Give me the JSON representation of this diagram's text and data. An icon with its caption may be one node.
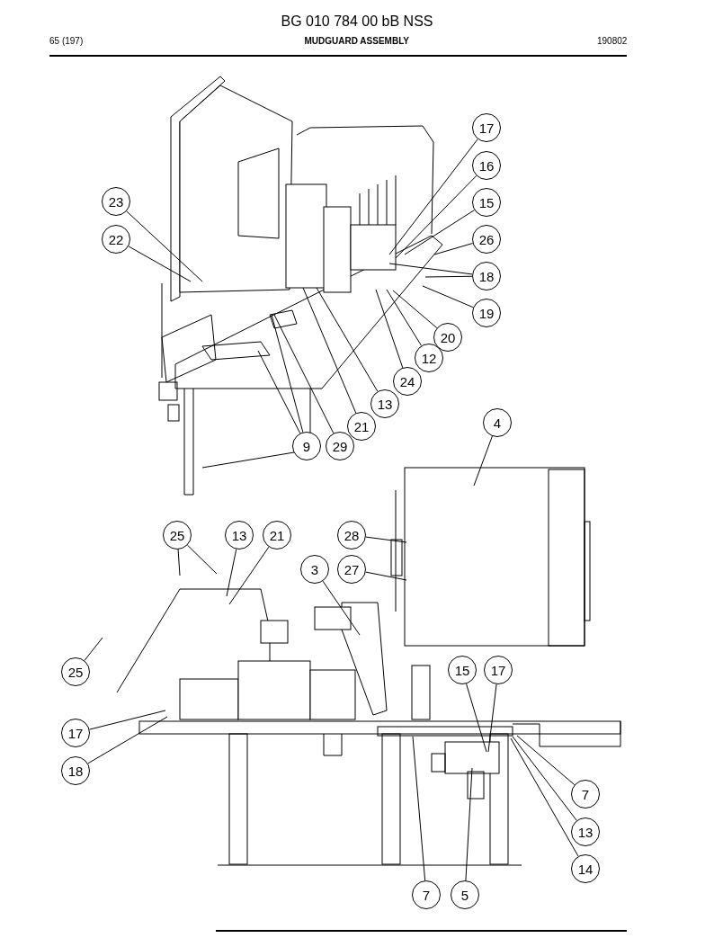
{
  "diagram": {
    "title": "BG 010 784 00 bB NSS",
    "nodes": [
      {
        "text": [
          "17"
        ]
      },
      {
        "text": [
          "16"
        ]
      },
      {
        "text": [
          "15"
        ]
      },
      {
        "text": [
          "23"
        ]
      },
      {
        "text": [
          "26"
        ]
      },
      {
        "text": [
          "22"
        ]
      },
      {
        "text": [
          "18"
        ]
      },
      {
        "text": [
          "19"
        ]
      },
      {
        "text": [
          "20"
        ]
      },
      {
        "text": [
          "12"
        ]
      },
      {
        "text": [
          "24"
        ]
      },
      {
        "text": [
          "13"
        ]
      },
      {
        "text": [
          "21"
        ]
      },
      {
        "text": [
          "4"
        ]
      },
      {
        "text": [
          "9"
        ]
      },
      {
        "text": [
          "29"
        ]
      },
      {
        "text": [
          "25"
        ]
      },
      {
        "text": [
          "13"
        ]
      },
      {
        "text": [
          "21"
        ]
      },
      {
        "text": [
          "28"
        ]
      },
      {
        "text": [
          "3"
        ]
      },
      {
        "text": [
          "27"
        ]
      },
      {
        "text": [
          "25"
        ]
      },
      {
        "text": [
          "15"
        ]
      },
      {
        "text": [
          "17"
        ]
      },
      {
        "text": [
          "17"
        ]
      },
      {
        "text": [
          "18"
        ]
      },
      {
        "text": [
          "7"
        ]
      },
      {
        "text": [
          "13"
        ]
      },
      {
        "text": [
          "14"
        ]
      },
      {
        "text": [
          "7"
        ]
      },
      {
        "text": [
          "5"
        ]
      }
    ],
    "edges": [
      {
        "from": 0,
        "to": null,
        "arrow": "none"
      },
      {
        "from": 1,
        "to": null,
        "arrow": "none"
      },
      {
        "from": 2,
        "to": null,
        "arrow": "none"
      },
      {
        "from": 3,
        "to": null,
        "arrow": "none"
      },
      {
        "from": 4,
        "to": null,
        "arrow": "none"
      },
      {
        "from": 5,
        "to": null,
        "arrow": "none"
      },
      {
        "from": 6,
        "to": null,
        "arrow": "none"
      },
      {
        "from": 6,
        "to": null,
        "arrow": "none"
      },
      {
        "from": 7,
        "to": null,
        "arrow": "none"
      },
      {
        "from": 8,
        "to": null,
        "arrow": "none"
      },
      {
        "from": 9,
        "to": null,
        "arrow": "none"
      },
      {
        "from": 10,
        "to": null,
        "arrow": "none"
      },
      {
        "from": 11,
        "to": null,
        "arrow": "none"
      },
      {
        "from": 12,
        "to": null,
        "arrow": "none"
      },
      {
        "from": 13,
        "to": null,
        "arrow": "none"
      },
      {
        "from": 14,
        "to": null,
        "arrow": "none"
      },
      {
        "from": 14,
        "to": null,
        "arrow": "none"
      },
      {
        "from": 15,
        "to": null,
        "arrow": "none"
      },
      {
        "from": 16,
        "to": null,
        "arrow": "none"
      },
      {
        "from": 16,
        "to": null,
        "arrow": "none"
      },
      {
        "from": 17,
        "to": null,
        "arrow": "none"
      },
      {
        "from": 18,
        "to": null,
        "arrow": "none"
      },
      {
        "from": 19,
        "to": null,
        "arrow": "none"
      },
      {
        "from": 20,
        "to": null,
        "arrow": "none"
      },
      {
        "from": 21,
        "to": null,
        "arrow": "none"
      },
      {
        "from": 22,
        "to": null,
        "arrow": "none"
      },
      {
        "from": 23,
        "to": null,
        "arrow": "none"
      },
      {
        "from": 24,
        "to": null,
        "arrow": "none"
      },
      {
        "from": 25,
        "to": null,
        "arrow": "none"
      },
      {
        "from": 26,
        "to": null,
        "arrow": "none"
      },
      {
        "from": 27,
        "to": null,
        "arrow": "none"
      },
      {
        "from": 28,
        "to": null,
        "arrow": "none"
      },
      {
        "from": 29,
        "to": null,
        "arrow": "none"
      },
      {
        "from": 30,
        "to": null,
        "arrow": "none"
      },
      {
        "from": 31,
        "to": null,
        "arrow": "none"
      }
    ],
    "labels": [
      "65 (197)",
      "MUDGUARD ASSEMBLY",
      "190802"
    ]
  }
}
